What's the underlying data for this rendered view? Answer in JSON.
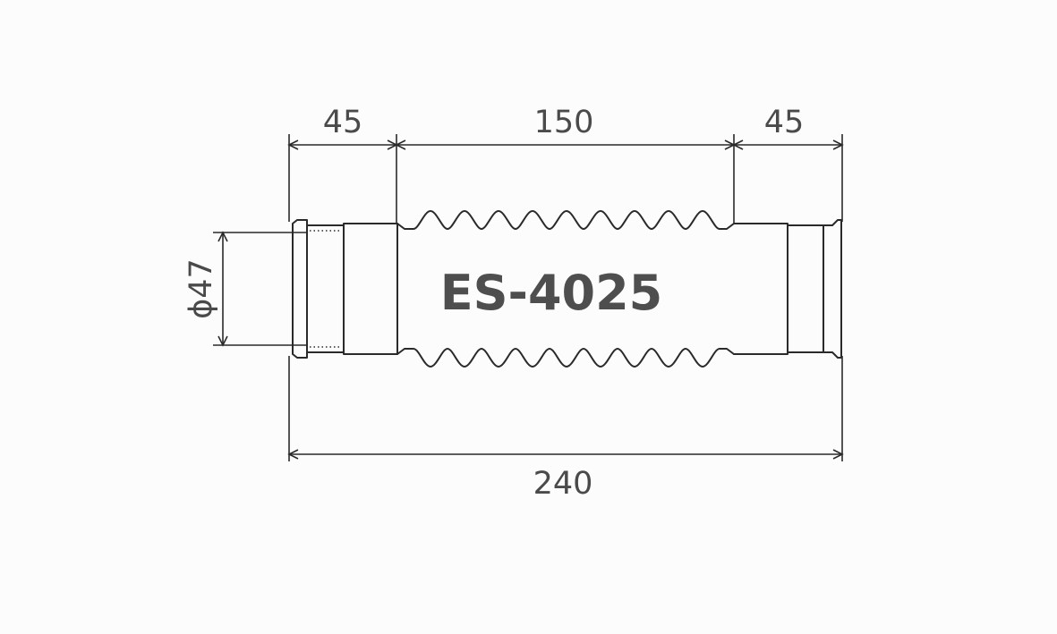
{
  "diagram": {
    "model_label": "ES-4025",
    "dimensions": {
      "left_end_length": "45",
      "bellows_length": "150",
      "right_end_length": "45",
      "overall_length": "240",
      "diameter": "ϕ47"
    },
    "line_color": "#2a2a2a",
    "text_color": "#4a4a4a"
  }
}
